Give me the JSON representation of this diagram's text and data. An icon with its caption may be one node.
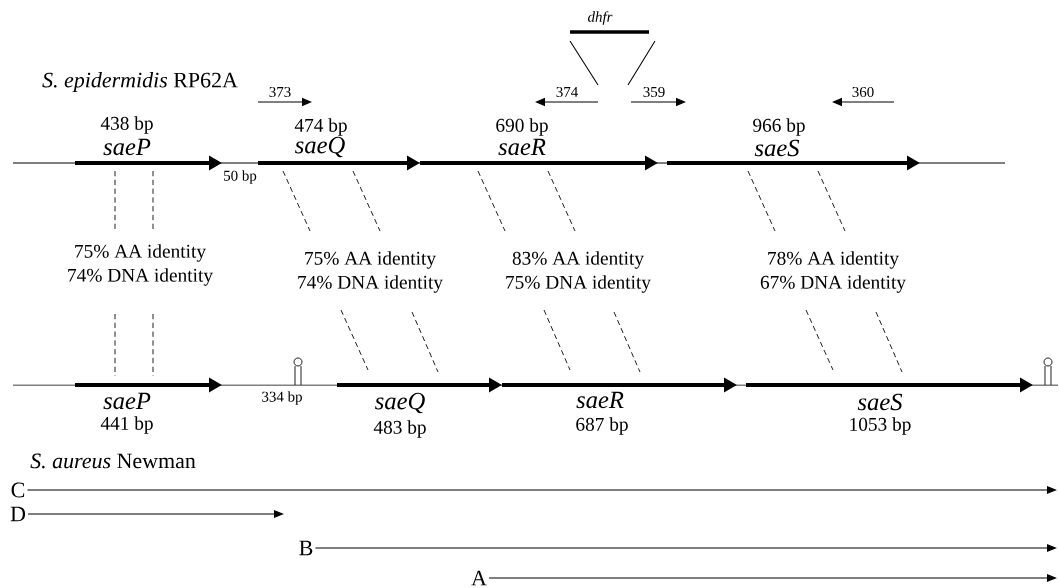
{
  "diagram": {
    "nodes": [
      {
        "text": [
          "C"
        ]
      },
      {
        "text": [
          "D"
        ]
      },
      {
        "text": [
          "B"
        ]
      },
      {
        "text": [
          "A"
        ]
      }
    ],
    "edges": [
      {
        "from": 0,
        "to": null,
        "arrow": "to"
      },
      {
        "from": 1,
        "to": null,
        "arrow": "to"
      },
      {
        "from": 2,
        "to": null,
        "arrow": "to"
      },
      {
        "from": 3,
        "to": null,
        "arrow": "to"
      }
    ],
    "labels": [
      "dhfr",
      "*S. epidermidis* RP62A",
      "373",
      "374",
      "359",
      "360",
      "438 bp",
      "saeP",
      "474 bp",
      "saeQ",
      "690 bp",
      "saeR",
      "966 bp",
      "saeS",
      "50 bp",
      "75% AA identity",
      "74% DNA identity",
      "75% AA identity",
      "74% DNA identity",
      "83% AA identity",
      "75% DNA identity",
      "78% AA identity",
      "67% DNA identity",
      "saeP",
      "334 bp",
      "saeQ",
      "saeR",
      "saeS",
      "441 bp",
      "483 bp",
      "687 bp",
      "1053 bp",
      "*S. aureus* Newman"
    ]
  }
}
